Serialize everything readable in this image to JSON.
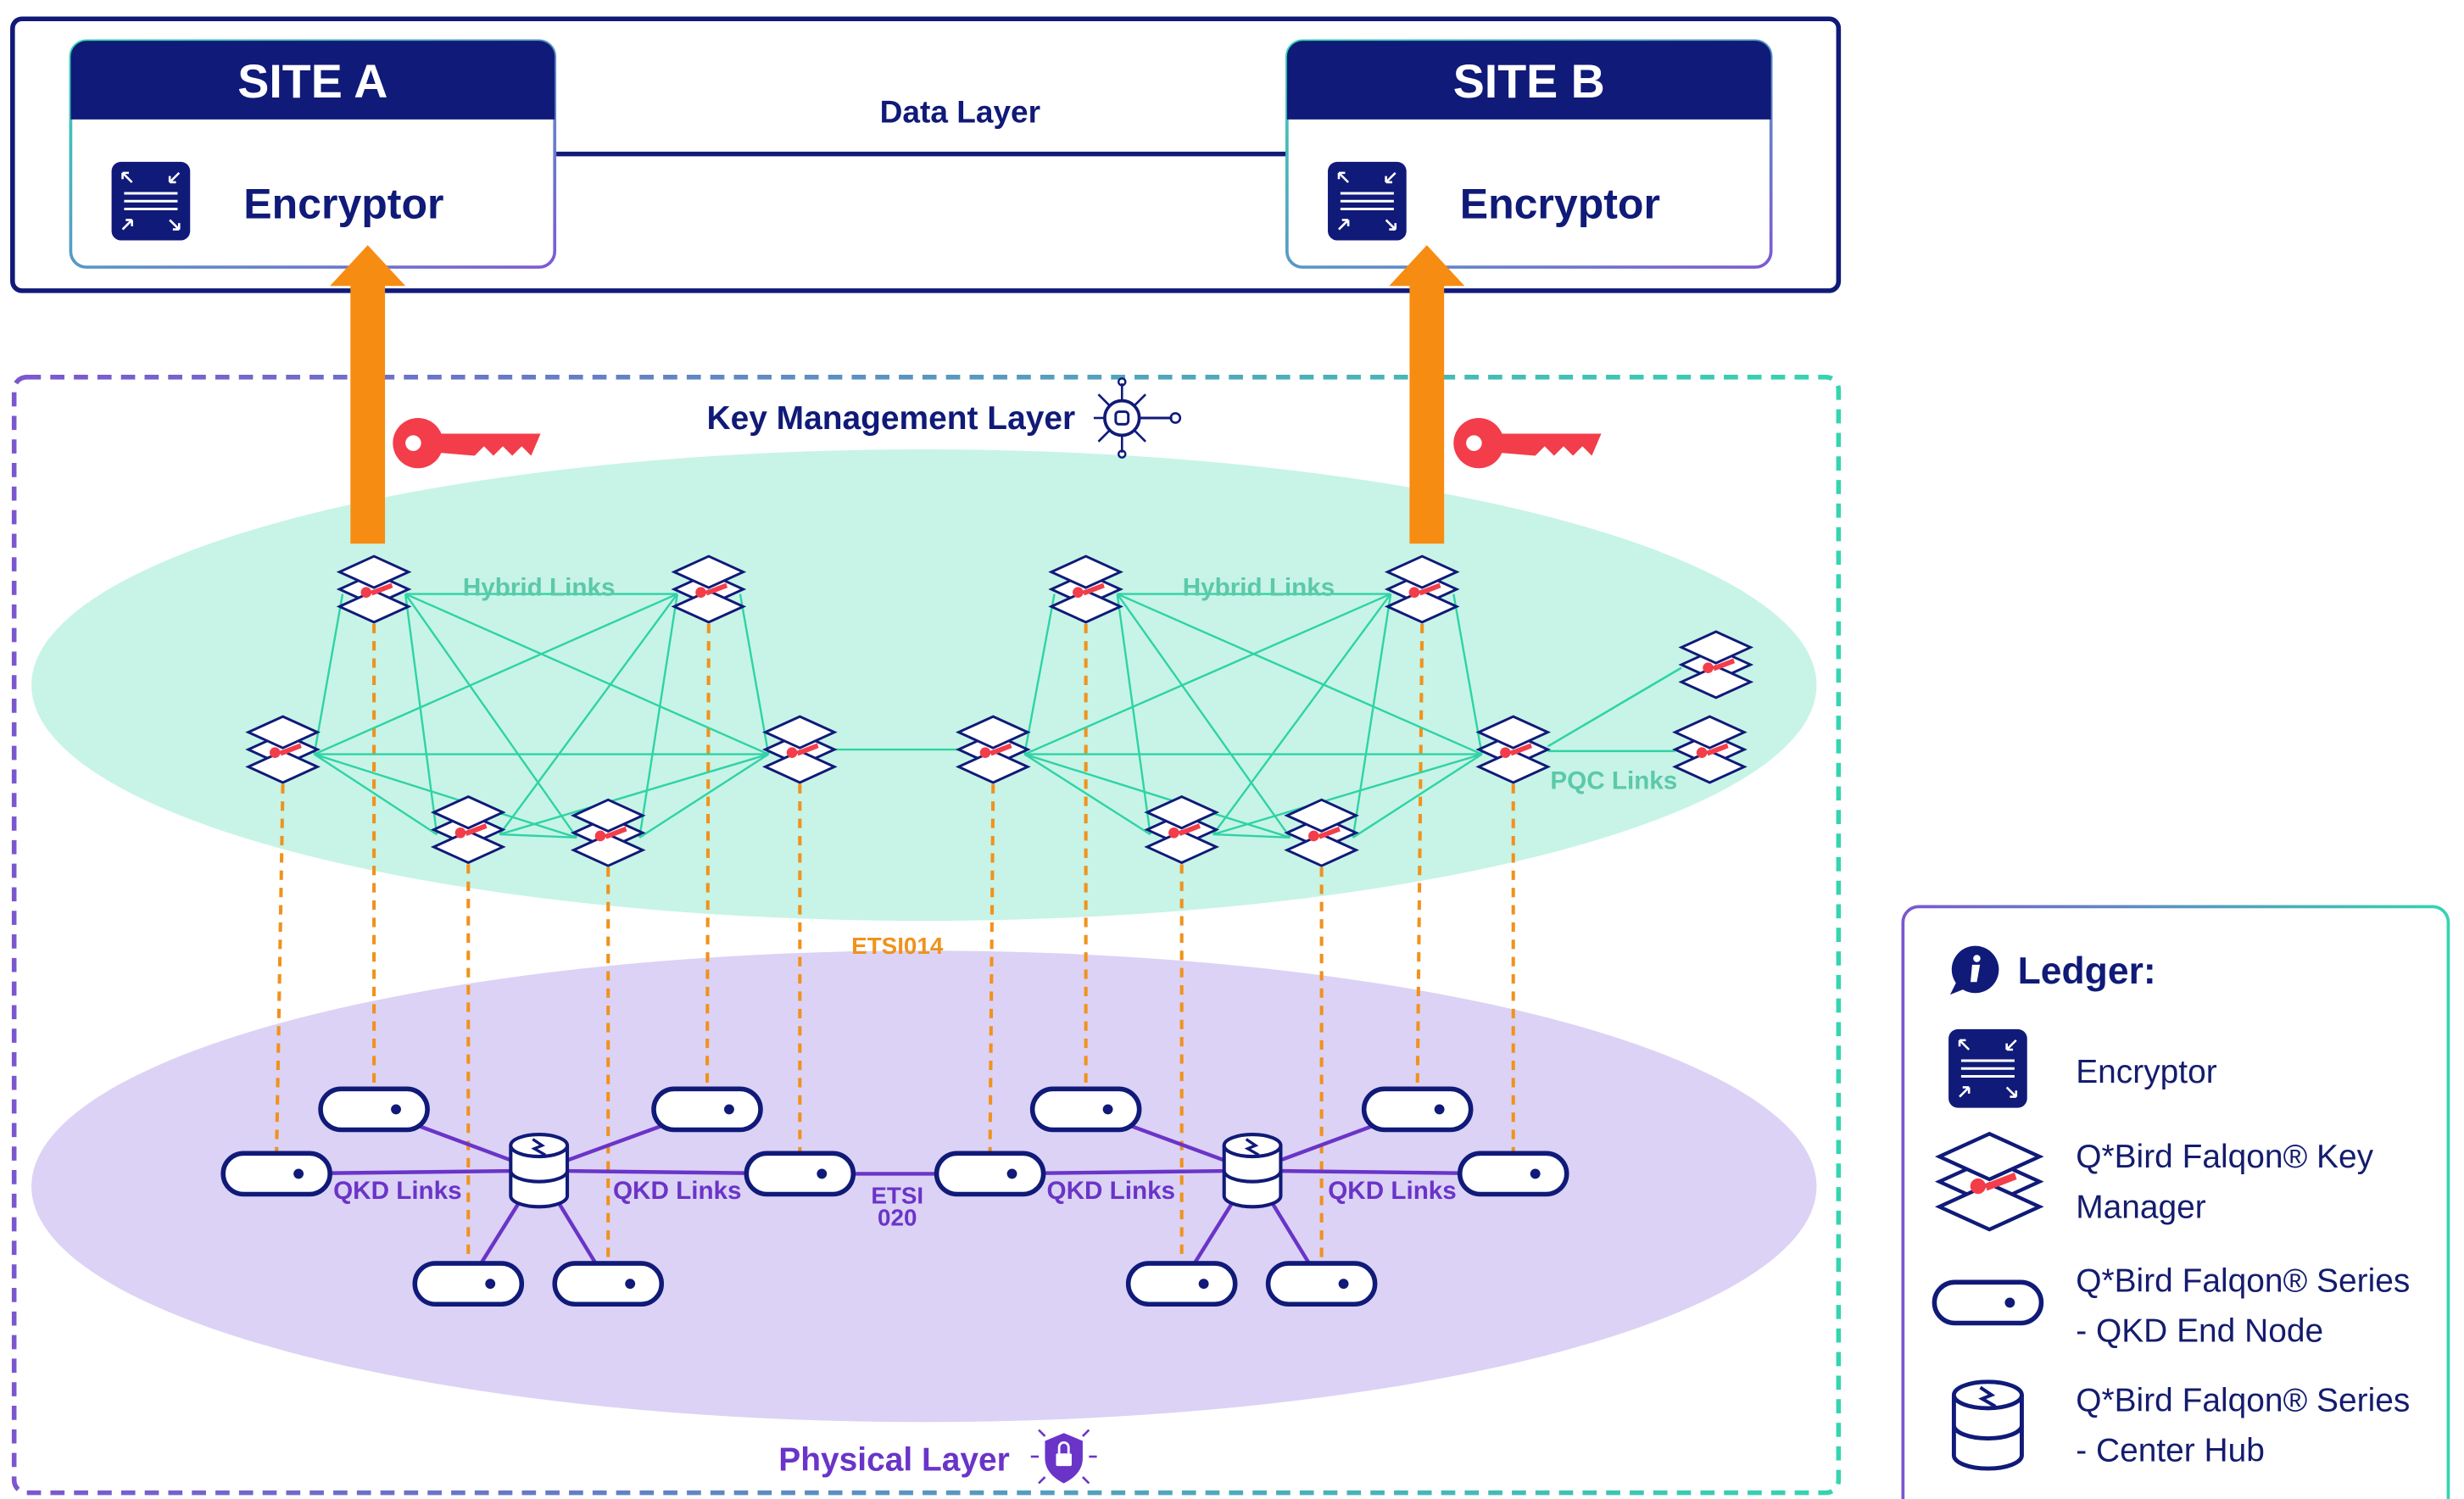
{
  "colors": {
    "navy": "#101a78",
    "green_band": "#c7f4e6",
    "purple_band": "#dcd2f5",
    "link_green": "#2fd3a6",
    "qkd_purple": "#6a34c8",
    "etsi_orange": "#f0921e",
    "arrow_orange": "#f78c12",
    "key_red": "#f33d4a",
    "teal_border": "#3ad3b0",
    "violet_border": "#7a5bd1"
  },
  "data_layer": {
    "site_a": {
      "title": "SITE A",
      "device_label": "Encryptor",
      "icon": "encryptor-icon"
    },
    "site_b": {
      "title": "SITE B",
      "device_label": "Encryptor",
      "icon": "encryptor-icon"
    },
    "link_label": "Data Layer"
  },
  "key_management_layer": {
    "title": "Key Management Layer",
    "icon": "key-network-icon",
    "hybrid_label_left": "Hybrid Links",
    "hybrid_label_right": "Hybrid Links",
    "pqc_label": "PQC Links",
    "etsi_label": "ETSI014"
  },
  "physical_layer": {
    "title": "Physical Layer",
    "icon": "shield-lock-icon",
    "qkd_labels": [
      "QKD Links",
      "QKD Links",
      "QKD Links",
      "QKD Links"
    ],
    "etsi_label_line1": "ETSI",
    "etsi_label_line2": "020"
  },
  "ledger": {
    "title": "Ledger:",
    "icon": "info-icon",
    "items": [
      {
        "icon": "encryptor-icon",
        "line1": "Encryptor",
        "line2": ""
      },
      {
        "icon": "key-manager-icon",
        "line1": "Q*Bird Falqon® Key",
        "line2": "Manager"
      },
      {
        "icon": "qkd-end-node-icon",
        "line1": "Q*Bird Falqon® Series",
        "line2": "- QKD End Node"
      },
      {
        "icon": "center-hub-icon",
        "line1": "Q*Bird Falqon® Series",
        "line2": "-  Center Hub"
      }
    ]
  }
}
